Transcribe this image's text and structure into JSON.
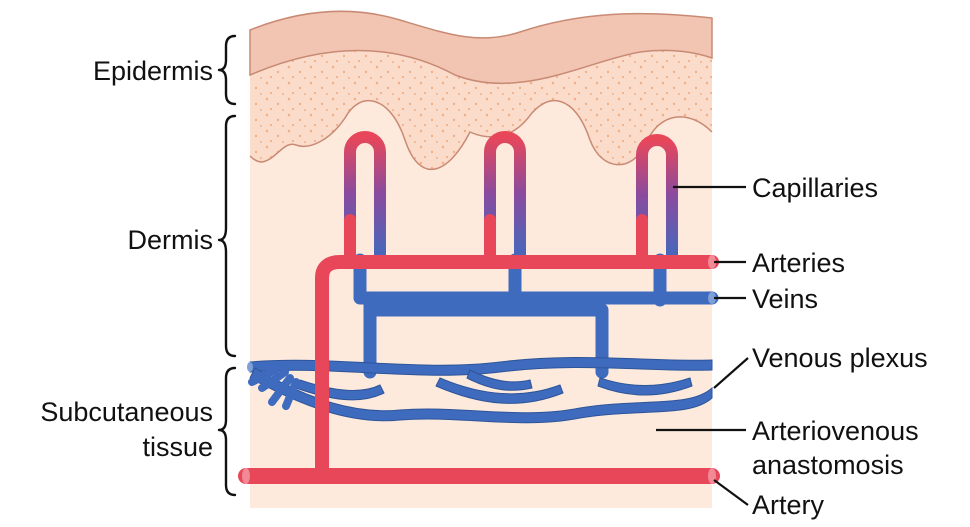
{
  "layers": {
    "epidermis": "Epidermis",
    "dermis": "Dermis",
    "subcutaneous_line1": "Subcutaneous",
    "subcutaneous_line2": "tissue"
  },
  "labels": {
    "capillaries": "Capillaries",
    "arteries": "Arteries",
    "veins": "Veins",
    "venous_plexus": "Venous plexus",
    "arteriovenous_line1": "Arteriovenous",
    "arteriovenous_line2": "anastomosis",
    "artery": "Artery"
  },
  "colors": {
    "artery_red": "#e8475a",
    "vein_blue": "#3f6bbf",
    "mixed_purple": "#8a4a9e",
    "skin_outer": "#f2c4b2",
    "skin_inner": "#fbdccb",
    "dermis_bg": "#fdeadc",
    "dots": "#f0a77c"
  }
}
